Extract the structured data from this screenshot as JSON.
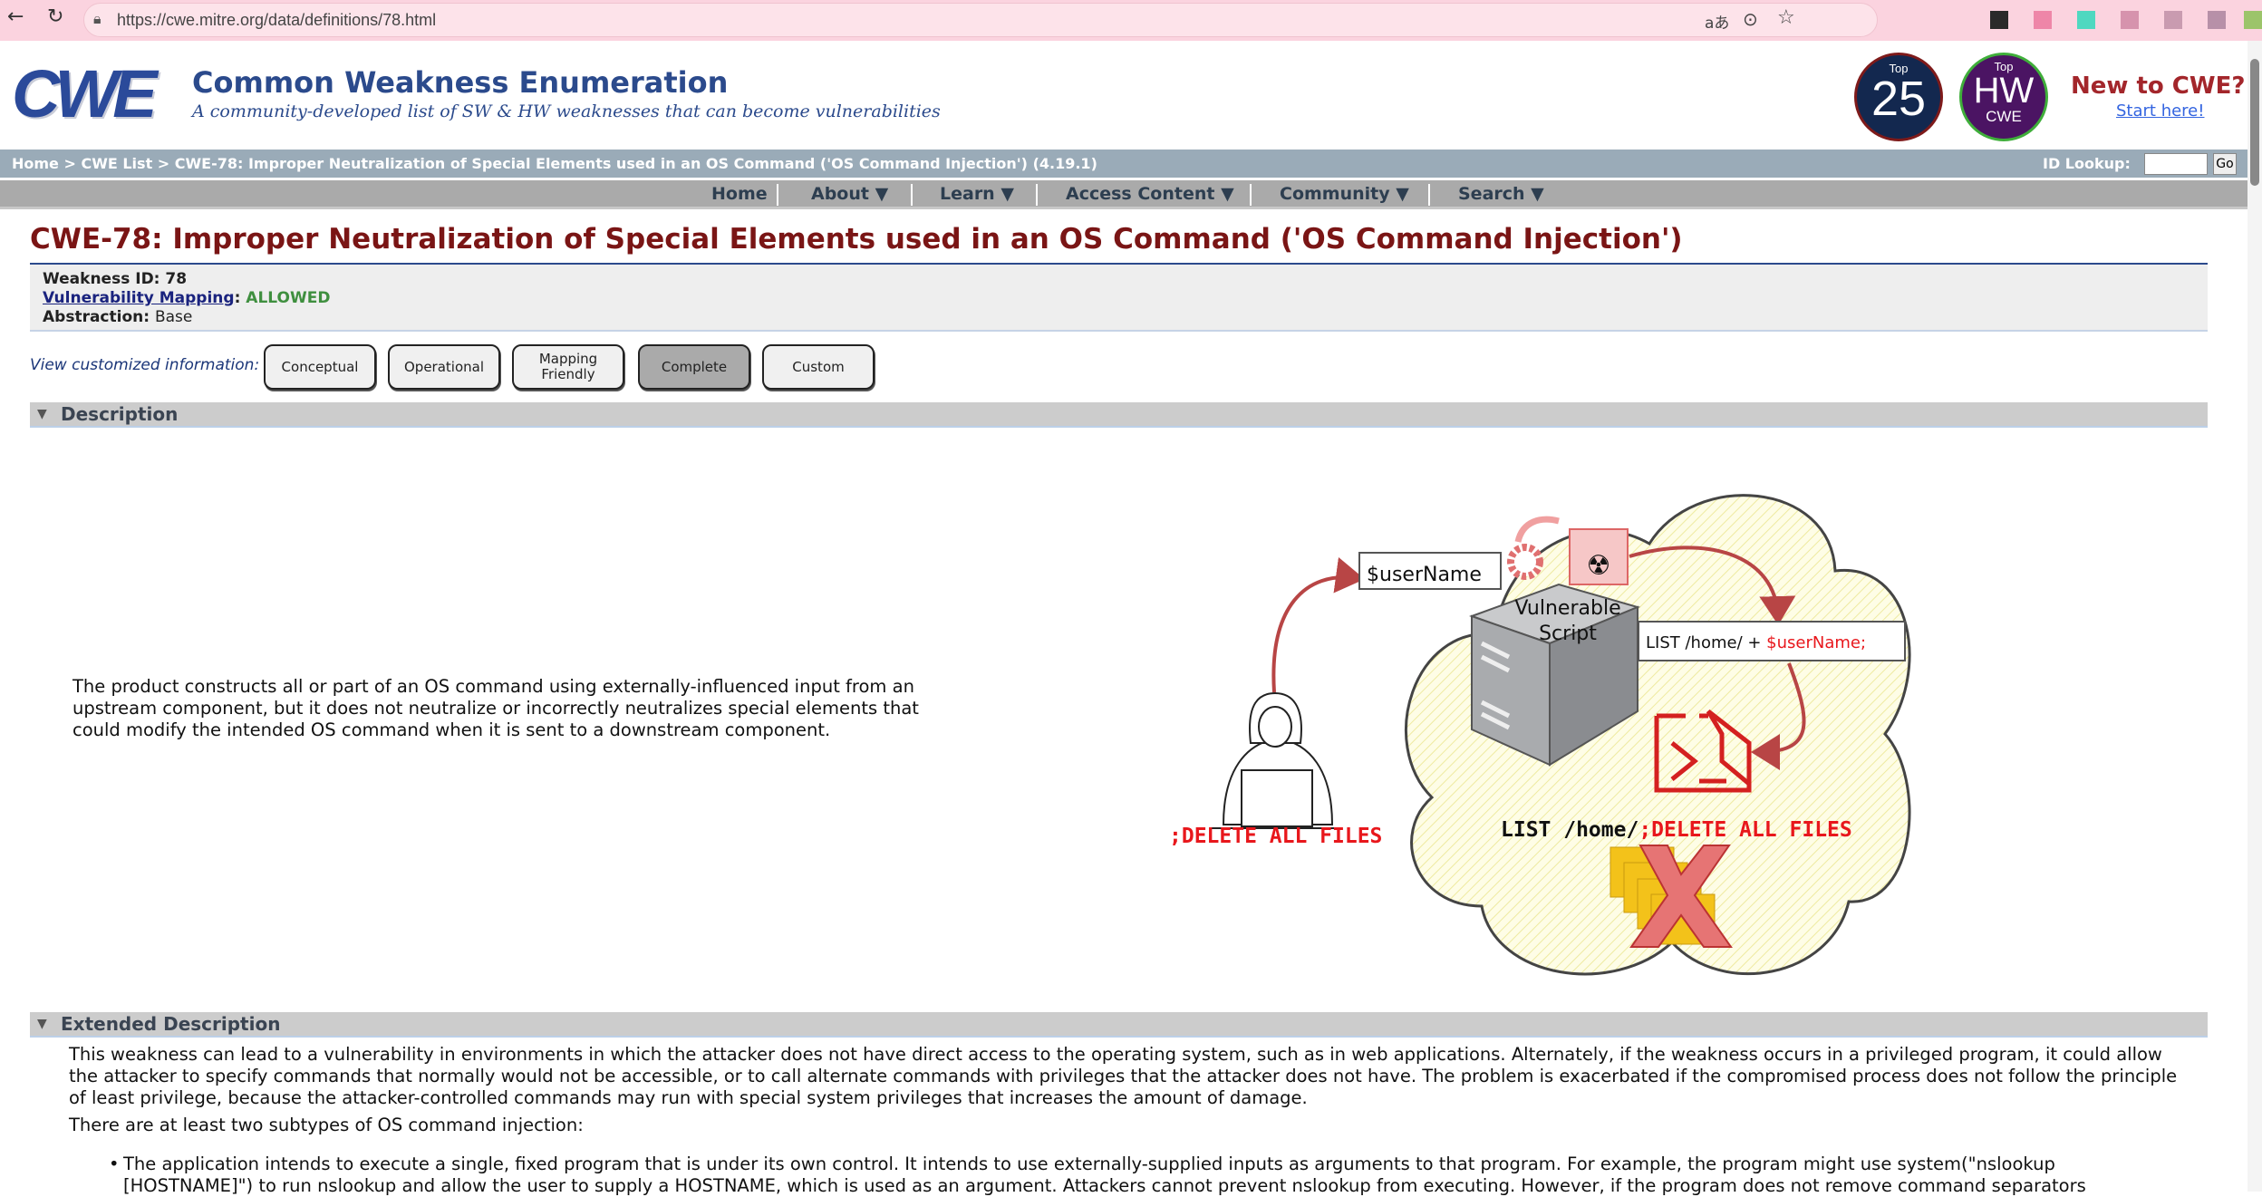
{
  "browser": {
    "url": "https://cwe.mitre.org/data/definitions/78.html"
  },
  "header": {
    "logo": "CWE",
    "title": "Common Weakness Enumeration",
    "tagline": "A community-developed list of SW & HW weaknesses that can become vulnerabilities",
    "badge_top25": {
      "top": "Top",
      "num": "25"
    },
    "badge_hw": {
      "top": "Top",
      "hw": "HW",
      "cwe": "CWE"
    },
    "new_to_cwe": "New to CWE?",
    "start_here": "Start here!"
  },
  "breadcrumb": {
    "home": "Home",
    "sep": ">",
    "list": "CWE List",
    "current": "CWE-78: Improper Neutralization of Special Elements used in an OS Command ('OS Command Injection') (4.19.1)"
  },
  "id_lookup": {
    "label": "ID Lookup:",
    "go": "Go"
  },
  "nav": [
    "Home",
    "About ▼",
    "Learn ▼",
    "Access Content ▼",
    "Community ▼",
    "Search ▼"
  ],
  "page": {
    "title": "CWE-78: Improper Neutralization of Special Elements used in an OS Command ('OS Command Injection')",
    "weakness_id": "Weakness ID: 78",
    "vuln_mapping_label": "Vulnerability Mapping",
    "vuln_mapping_value": "ALLOWED",
    "abstraction_label": "Abstraction:",
    "abstraction_value": "Base"
  },
  "view": {
    "label": "View customized information:",
    "buttons": [
      "Conceptual",
      "Operational",
      "Mapping Friendly",
      "Complete",
      "Custom"
    ],
    "selected": "Complete"
  },
  "description": {
    "heading": "Description",
    "text": "The product constructs all or part of an OS command using externally-influenced input from an upstream component, but it does not neutralize or incorrectly neutralizes special elements that could modify the intended OS command when it is sent to a downstream component."
  },
  "illustration": {
    "input_var": "$userName",
    "script_label_1": "Vulnerable",
    "script_label_2": "Script",
    "cmd_prefix": "LIST /home/ + ",
    "cmd_var": "$userName;",
    "attacker_input": ";DELETE ALL FILES",
    "result_prefix": "LIST /home/",
    "result_injected": ";DELETE ALL FILES"
  },
  "extended": {
    "heading": "Extended Description",
    "p1": "This weakness can lead to a vulnerability in environments in which the attacker does not have direct access to the operating system, such as in web applications. Alternately, if the weakness occurs in a privileged program, it could allow the attacker to specify commands that normally would not be accessible, or to call alternate commands with privileges that the attacker does not have. The problem is exacerbated if the compromised process does not follow the principle of least privilege, because the attacker-controlled commands may run with special system privileges that increases the amount of damage.",
    "p2": "There are at least two subtypes of OS command injection:",
    "bullet1": "The application intends to execute a single, fixed program that is under its own control. It intends to use externally-supplied inputs as arguments to that program. For example, the program might use system(\"nslookup [HOSTNAME]\") to run nslookup and allow the user to supply a HOSTNAME, which is used as an argument. Attackers cannot prevent nslookup from executing. However, if the program does not remove command separators"
  },
  "colors": {
    "title": "#7a1515",
    "brand": "#2b4a8c",
    "allowed": "#3f8f3f",
    "injected": "#e8171c"
  }
}
